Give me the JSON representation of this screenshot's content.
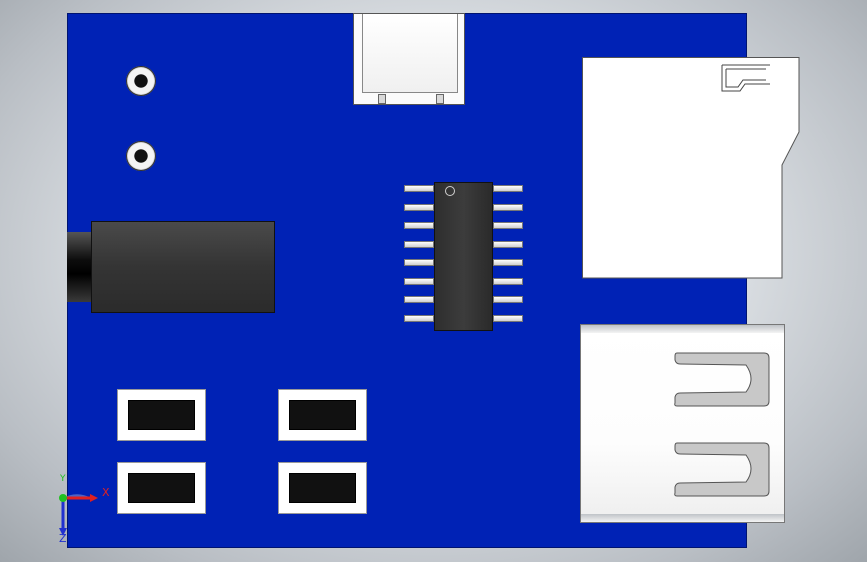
{
  "triad": {
    "x_label": "X",
    "y_label": "Y",
    "z_label": "Z",
    "x_color": "#e02020",
    "y_color": "#20c020",
    "z_color": "#2030d0"
  },
  "colors": {
    "pcb": "#0022b5",
    "component_dark": "#333333",
    "component_light": "#ffffff"
  },
  "components": [
    "mounting-hole",
    "mounting-hole",
    "audio-jack",
    "usb-b-connector",
    "soic-16-ic",
    "sd-card-slot",
    "usb-a-connector",
    "tactile-button",
    "tactile-button",
    "tactile-button",
    "tactile-button"
  ]
}
